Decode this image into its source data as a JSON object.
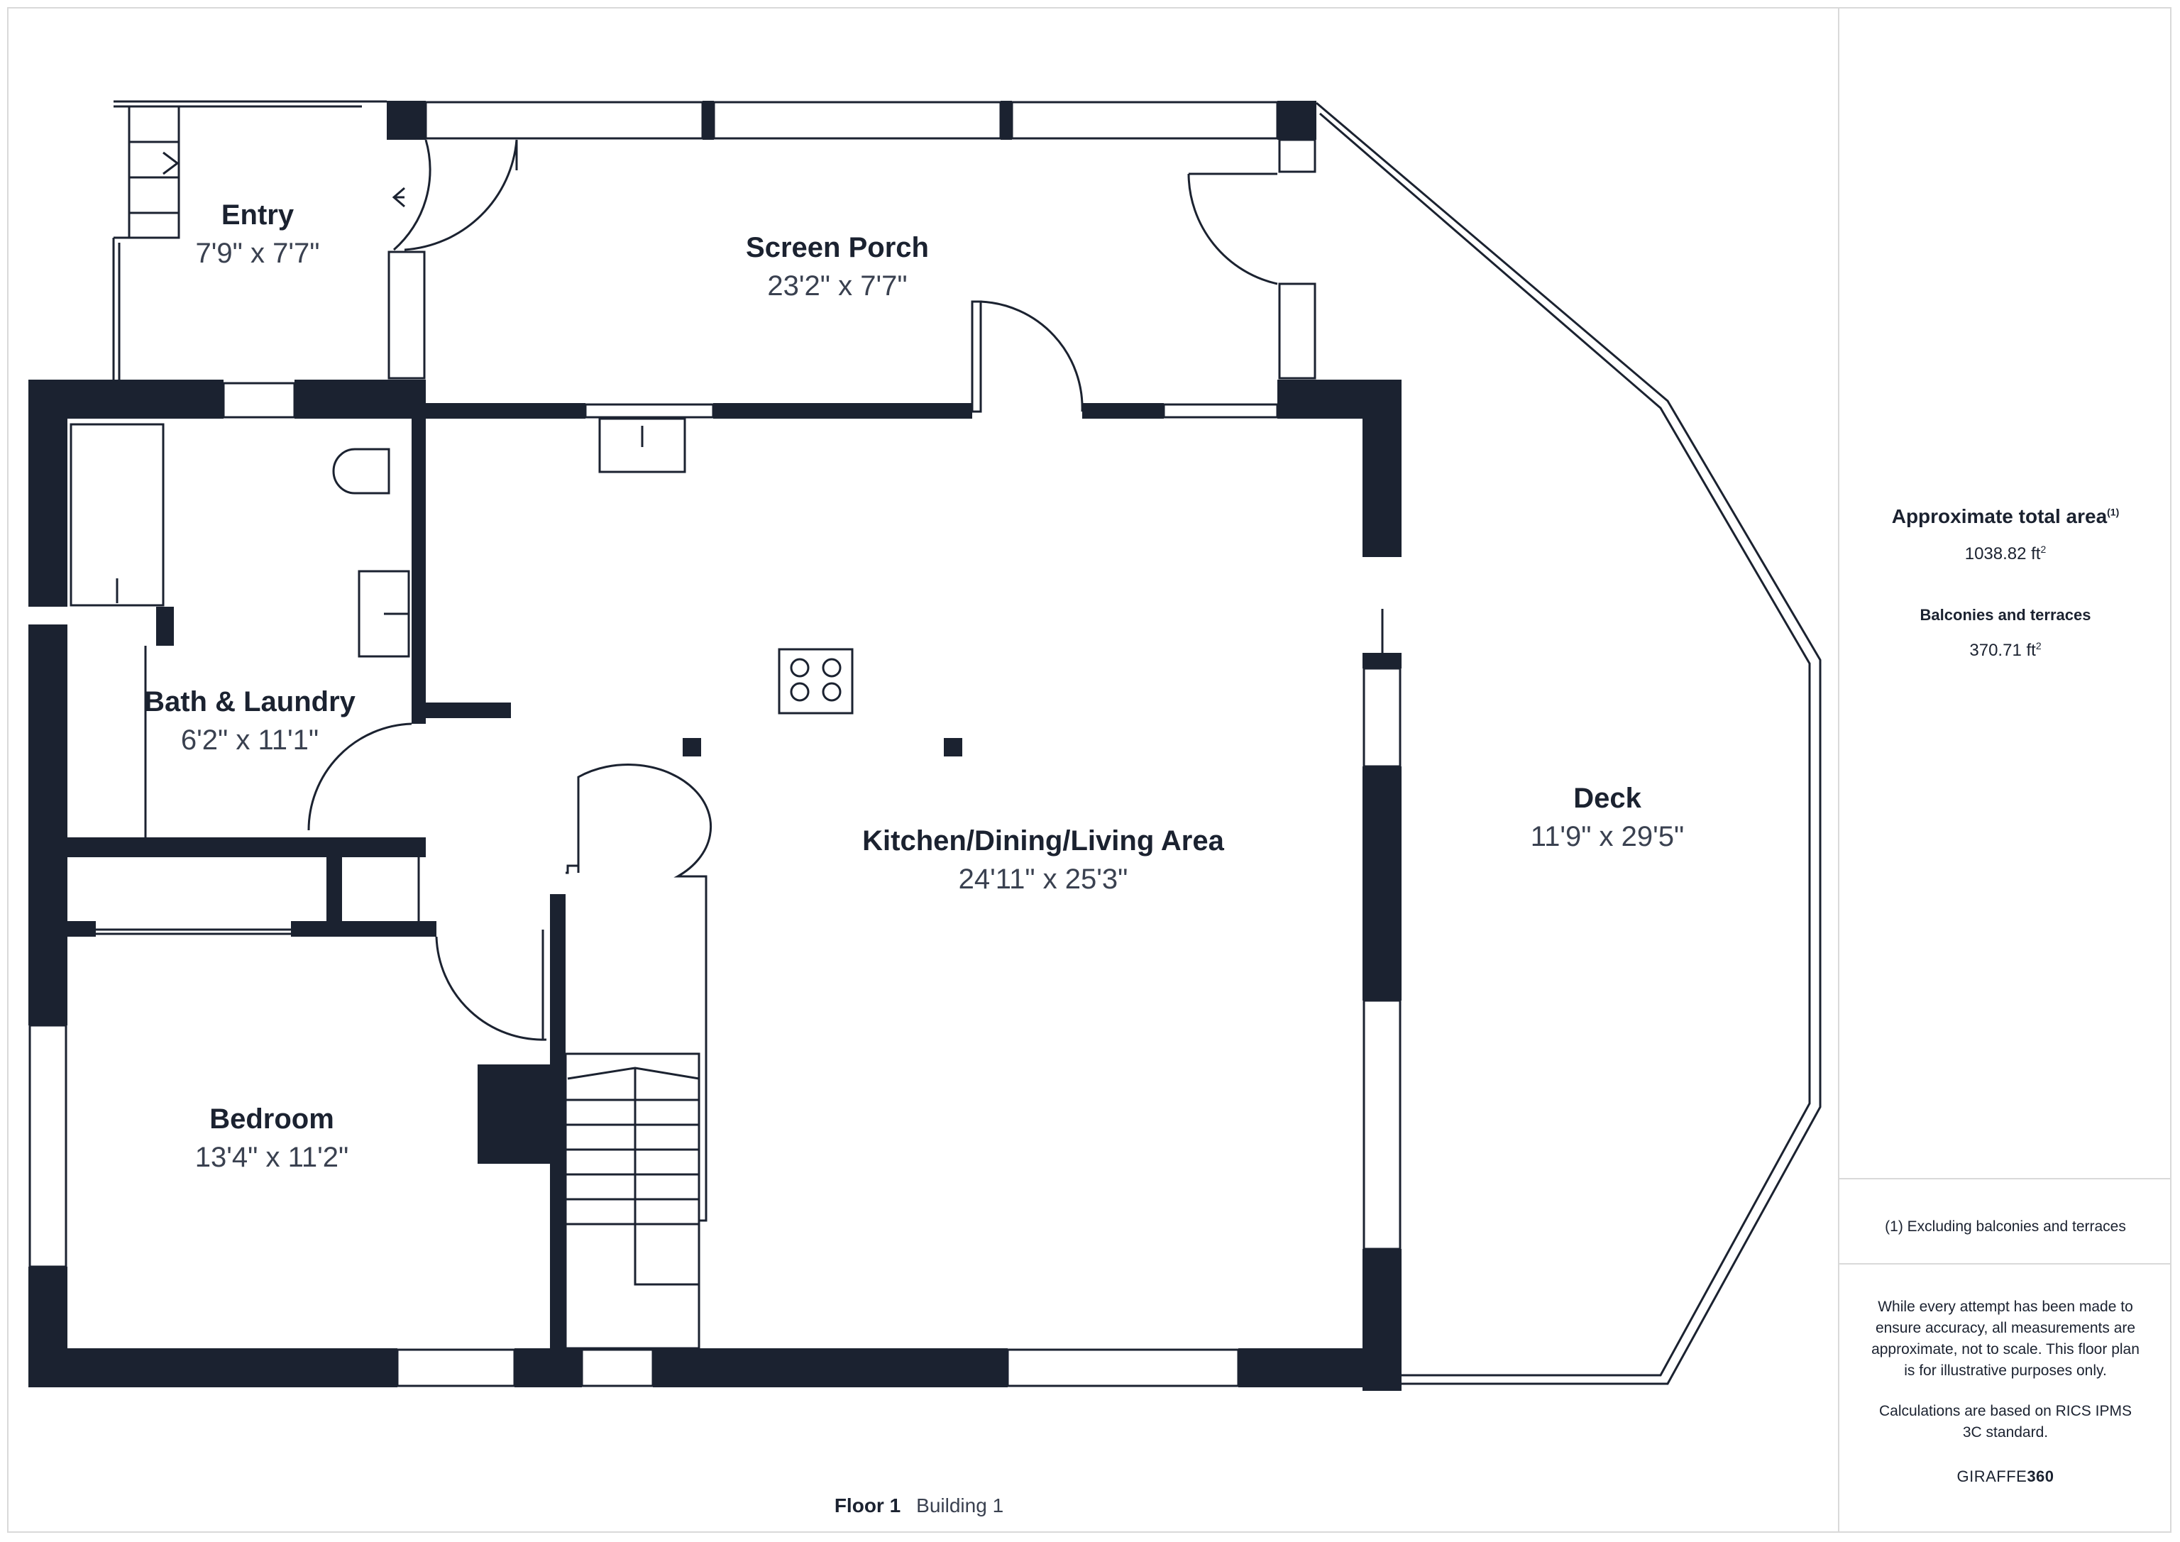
{
  "rooms": {
    "entry": {
      "name": "Entry",
      "dim": "7'9\" x 7'7\""
    },
    "screen_porch": {
      "name": "Screen Porch",
      "dim": "23'2\" x 7'7\""
    },
    "bath_laundry": {
      "name": "Bath & Laundry",
      "dim": "6'2\" x 11'1\""
    },
    "kitchen": {
      "name": "Kitchen/Dining/Living Area",
      "dim": "24'11\" x 25'3\""
    },
    "deck": {
      "name": "Deck",
      "dim": "11'9\" x 29'5\""
    },
    "bedroom": {
      "name": "Bedroom",
      "dim": "13'4\" x 11'2\""
    }
  },
  "summary": {
    "total_label": "Approximate total area",
    "total_sup": "(1)",
    "total_value": "1038.82 ft",
    "balconies_label": "Balconies and terraces",
    "balconies_value": "370.71 ft",
    "unit_sup": "2",
    "footnote": "(1) Excluding balconies and terraces",
    "disclaimer": "While every attempt has been made to ensure accuracy, all measurements are approximate, not to scale. This floor plan is for illustrative purposes only.",
    "calc_note": "Calculations are based on RICS IPMS 3C standard.",
    "brand_a": "GIRAFFE",
    "brand_b": "360"
  },
  "footer": {
    "floor": "Floor 1",
    "building": "Building 1"
  },
  "colors": {
    "wall": "#1b2230",
    "border": "#d9d9d9"
  }
}
